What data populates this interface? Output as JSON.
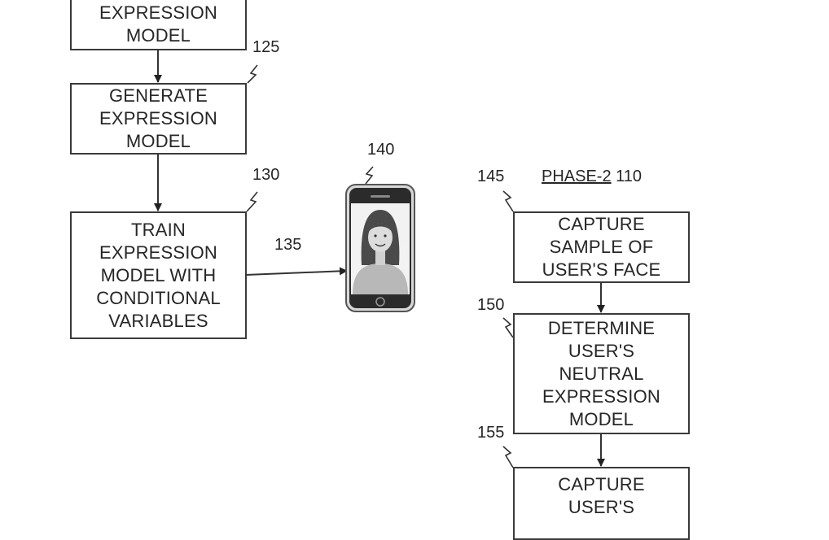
{
  "left_column": {
    "box_top": {
      "lines": [
        "EXPRESSION",
        "MODEL"
      ]
    },
    "box_generate": {
      "ref": "125",
      "lines": [
        "GENERATE",
        "EXPRESSION",
        "MODEL"
      ]
    },
    "box_train": {
      "ref": "130",
      "lines": [
        "TRAIN",
        "EXPRESSION",
        "MODEL WITH",
        "CONDITIONAL",
        "VARIABLES"
      ]
    },
    "arrow_label": "135"
  },
  "device": {
    "ref": "140",
    "icon": "smartphone-user-face-icon"
  },
  "phase2": {
    "title": "PHASE-2",
    "ref": "110",
    "box_capture_sample": {
      "ref": "145",
      "lines": [
        "CAPTURE",
        "SAMPLE OF",
        "USER'S FACE"
      ]
    },
    "box_determine": {
      "ref": "150",
      "lines": [
        "DETERMINE",
        "USER'S",
        "NEUTRAL",
        "EXPRESSION",
        "MODEL"
      ]
    },
    "box_capture_user": {
      "ref": "155",
      "lines": [
        "CAPTURE",
        "USER'S"
      ]
    }
  }
}
